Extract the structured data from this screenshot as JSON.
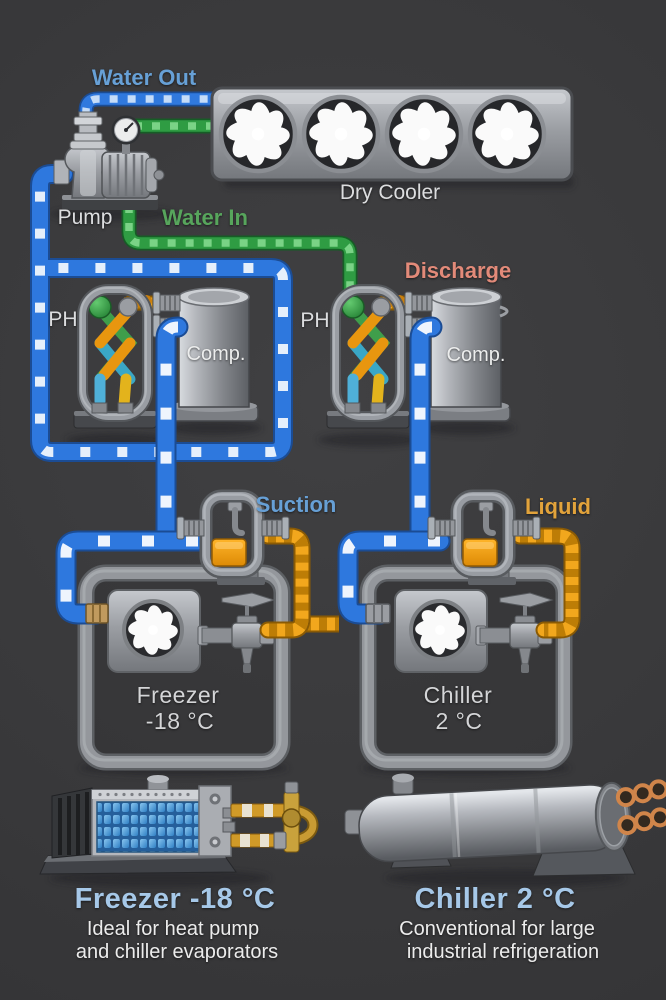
{
  "diagram": {
    "labels": {
      "water_out": "Water Out",
      "pump": "Pump",
      "water_in": "Water In",
      "dry_cooler": "Dry Cooler",
      "discharge": "Discharge",
      "ph_left": "PH",
      "ph_right": "PH",
      "comp_left": "Comp.",
      "comp_right": "Comp.",
      "suction": "Suction",
      "liquid": "Liquid"
    },
    "zones": {
      "freezer": {
        "name": "Freezer",
        "temperature": "-18 °C"
      },
      "chiller": {
        "name": "Chiller",
        "temperature": "2 °C"
      }
    },
    "legend": {
      "freezer": {
        "heading": "Freezer -18 °C",
        "line1": "Ideal for heat pump",
        "line2": "and chiller evaporators"
      },
      "chiller": {
        "heading": "Chiller 2 °C",
        "line1": "Conventional for large",
        "line2": "industrial refrigeration"
      }
    },
    "colors": {
      "water_out_label": "#67a0d6",
      "water_in_label": "#57a55c",
      "discharge_label": "#e28a79",
      "suction_label": "#5b93cc",
      "liquid_label": "#e2a33b",
      "pipe_blue": "#2e78de",
      "pipe_green": "#2f9c43",
      "pipe_orange": "#f2a71d",
      "caption_blue": "#a6c8e8",
      "text_light": "#dcdddf",
      "background": "#3a3a3c"
    }
  }
}
